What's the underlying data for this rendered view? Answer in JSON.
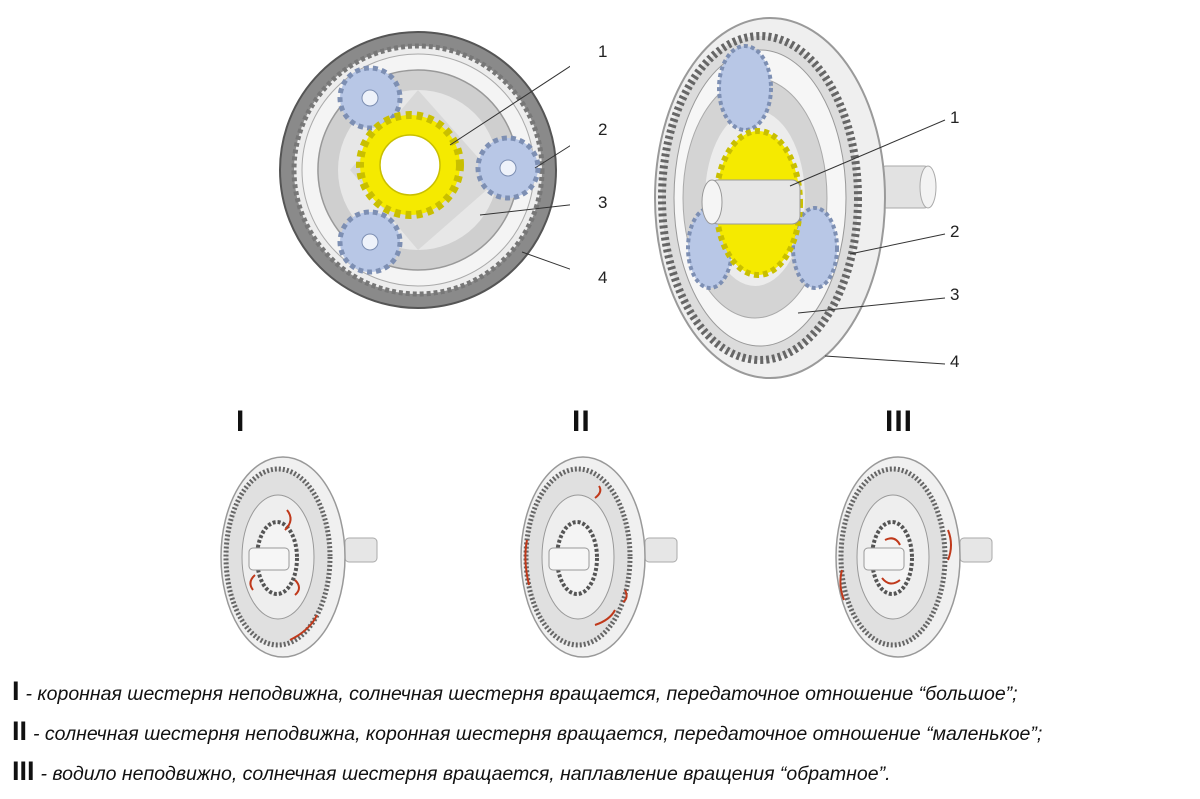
{
  "top_diagram_labels": [
    "1",
    "2",
    "3",
    "4"
  ],
  "iso_diagram_labels": [
    "1",
    "2",
    "3",
    "4"
  ],
  "mode_headings": [
    "I",
    "II",
    "III"
  ],
  "captions": [
    {
      "num": "I",
      "text": "- коронная шестерня неподвижна, солнечная шестерня вращается, передаточное отношение “большое”;"
    },
    {
      "num": "II",
      "text": "- солнечная шестерня неподвижна, коронная шестерня вращается, передаточное отношение “маленькое”;"
    },
    {
      "num": "III",
      "text": "- водило неподвижно, солнечная шестерня вращается, наплавление вращения “обратное”."
    }
  ],
  "colors": {
    "sun_gear": "#f5ea00",
    "planet_gear": "#b8c7e6",
    "carrier": "#d0d0d0",
    "ring_outer": "#8a8a8a",
    "arrow": "#c0391b"
  }
}
